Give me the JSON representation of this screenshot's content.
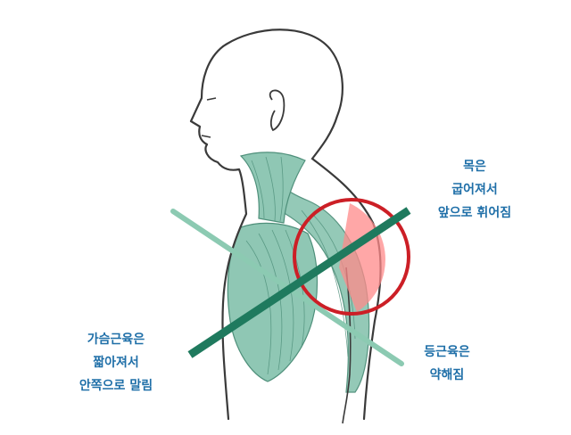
{
  "annotations": {
    "neck": {
      "lines": [
        "목은",
        "굽어져서",
        "앞으로 휘어짐"
      ]
    },
    "chest": {
      "lines": [
        "가슴근육은",
        "짧아져서",
        "안쪽으로 말림"
      ]
    },
    "back": {
      "lines": [
        "등근육은",
        "약해짐"
      ]
    }
  },
  "colors": {
    "label_text": "#1f6fa8",
    "muscle_fill": "#8fc7b4",
    "muscle_stroke": "#4e8f7a",
    "outline": "#3a3a3a",
    "line_dark": "#1f7a5e",
    "line_light": "#8ccab2",
    "circle_stroke": "#cc1f26",
    "circle_fill": "#ff8a8a"
  }
}
